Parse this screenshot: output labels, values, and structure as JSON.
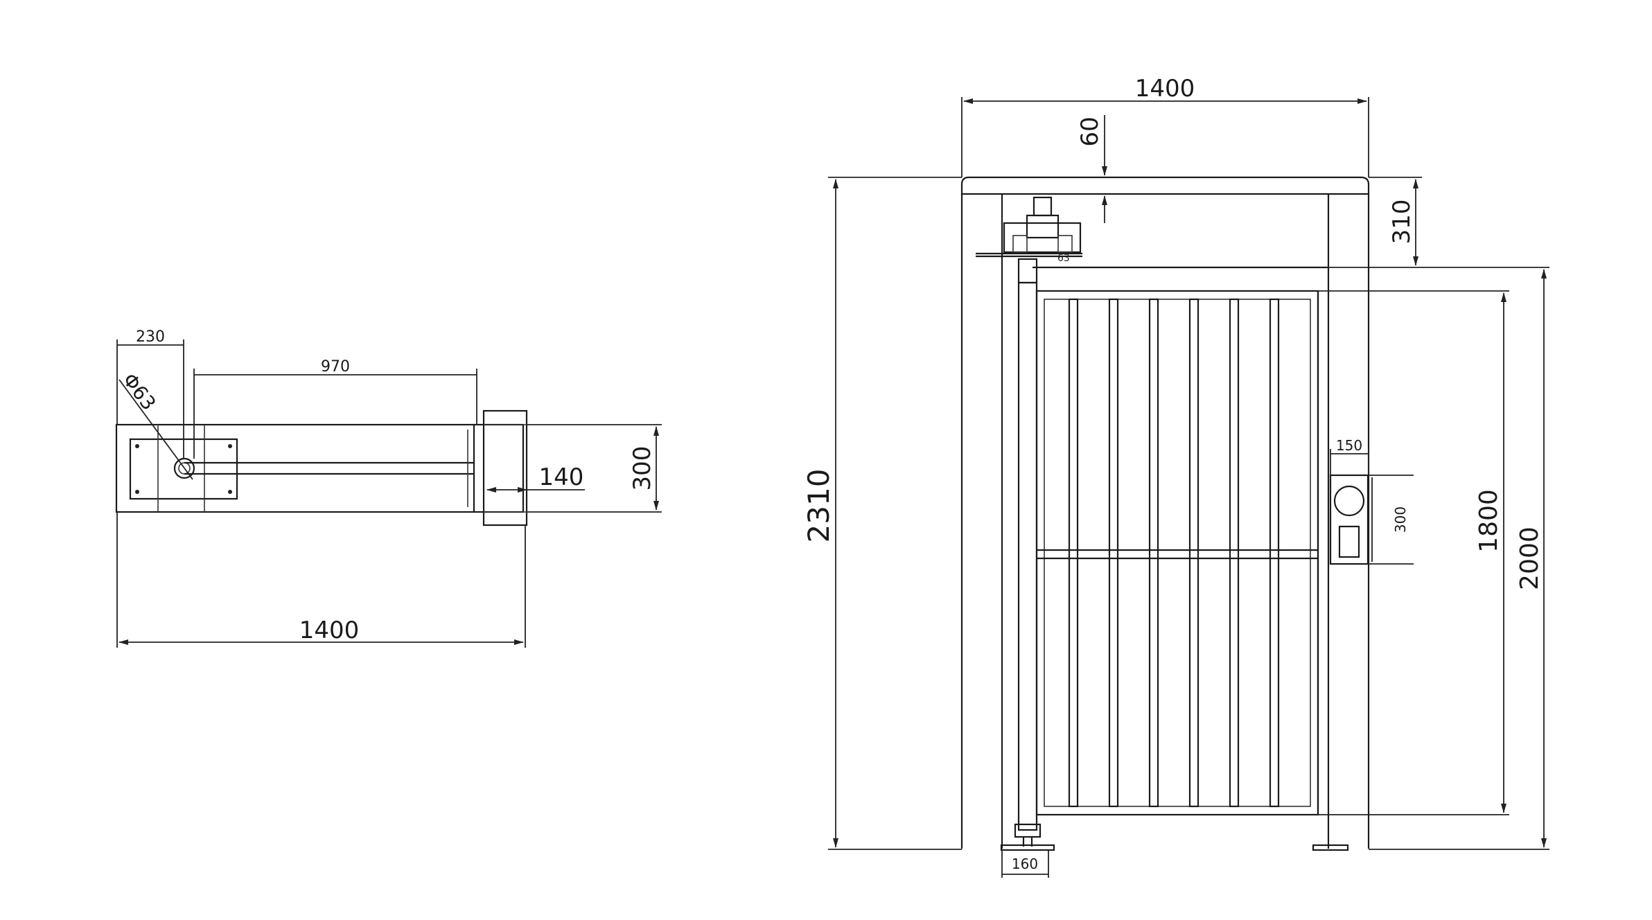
{
  "top_view": {
    "dim_230": "230",
    "dim_970": "970",
    "dim_phi63": "Φ63",
    "dim_140": "140",
    "dim_300": "300",
    "dim_1400": "1400"
  },
  "front_view": {
    "dim_1400": "1400",
    "dim_60": "60",
    "dim_310": "310",
    "dim_2310": "2310",
    "dim_150": "150",
    "dim_300": "300",
    "dim_1800": "1800",
    "dim_2000": "2000",
    "dim_160": "160",
    "dim_63": "63"
  },
  "colors": {
    "line": "#1a1a1a",
    "background": "#ffffff"
  }
}
